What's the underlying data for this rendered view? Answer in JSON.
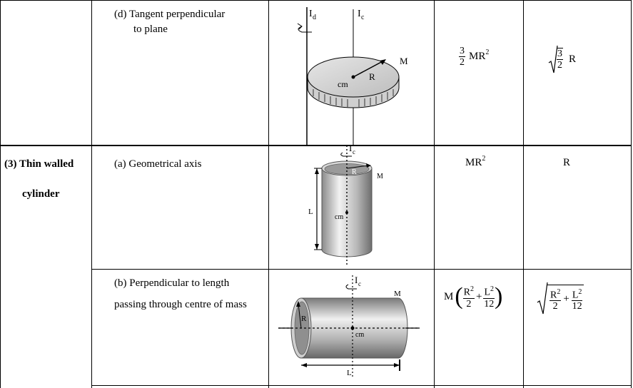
{
  "row_d": {
    "case_label": "(d) Tangent perpendicular",
    "case_label_line2": "to plane",
    "moment": {
      "prefix_num": "3",
      "prefix_den": "2",
      "expr": "MR",
      "exp": "2"
    },
    "gyration": {
      "num": "3",
      "den": "2",
      "suffix": "R"
    },
    "figure": {
      "axis_d": "I",
      "axis_d_sub": "d",
      "axis_c": "I",
      "axis_c_sub": "c",
      "mass": "M",
      "radius": "R",
      "center": "cm"
    }
  },
  "row_3a": {
    "category_line1": "(3) Thin walled",
    "category_line2": "cylinder",
    "case_label": "(a) Geometrical axis",
    "moment": {
      "expr": "MR",
      "exp": "2"
    },
    "gyration": "R",
    "figure": {
      "axis": "I",
      "axis_sub": "c",
      "radius": "R",
      "mass": "M",
      "length": "L",
      "center": "cm"
    }
  },
  "row_3b": {
    "case_label": "(b) Perpendicular to length",
    "case_label_line2": "passing through centre of mass",
    "moment": {
      "prefix": "M",
      "t1_num": "R",
      "t1_exp": "2",
      "t1_den": "2",
      "op": "+",
      "t2_num": "L",
      "t2_exp": "2",
      "t2_den": "12"
    },
    "gyration": {
      "t1_num": "R",
      "t1_exp": "2",
      "t1_den": "2",
      "op": "+",
      "t2_num": "L",
      "t2_exp": "2",
      "t2_den": "12"
    },
    "figure": {
      "axis": "I",
      "axis_sub": "c",
      "mass": "M",
      "radius": "R",
      "center": "cm",
      "length": "L"
    }
  }
}
